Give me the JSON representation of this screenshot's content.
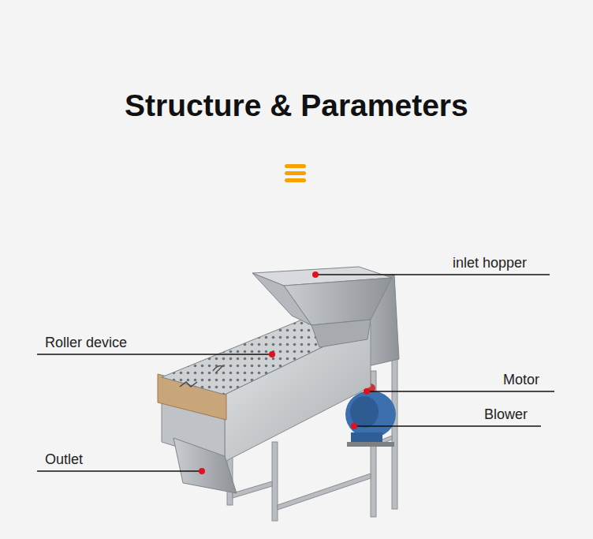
{
  "diagram": {
    "title": "Structure & Parameters",
    "labels": [
      "inlet hopper",
      "Roller device",
      "Motor",
      "Blower",
      "Outlet"
    ]
  }
}
